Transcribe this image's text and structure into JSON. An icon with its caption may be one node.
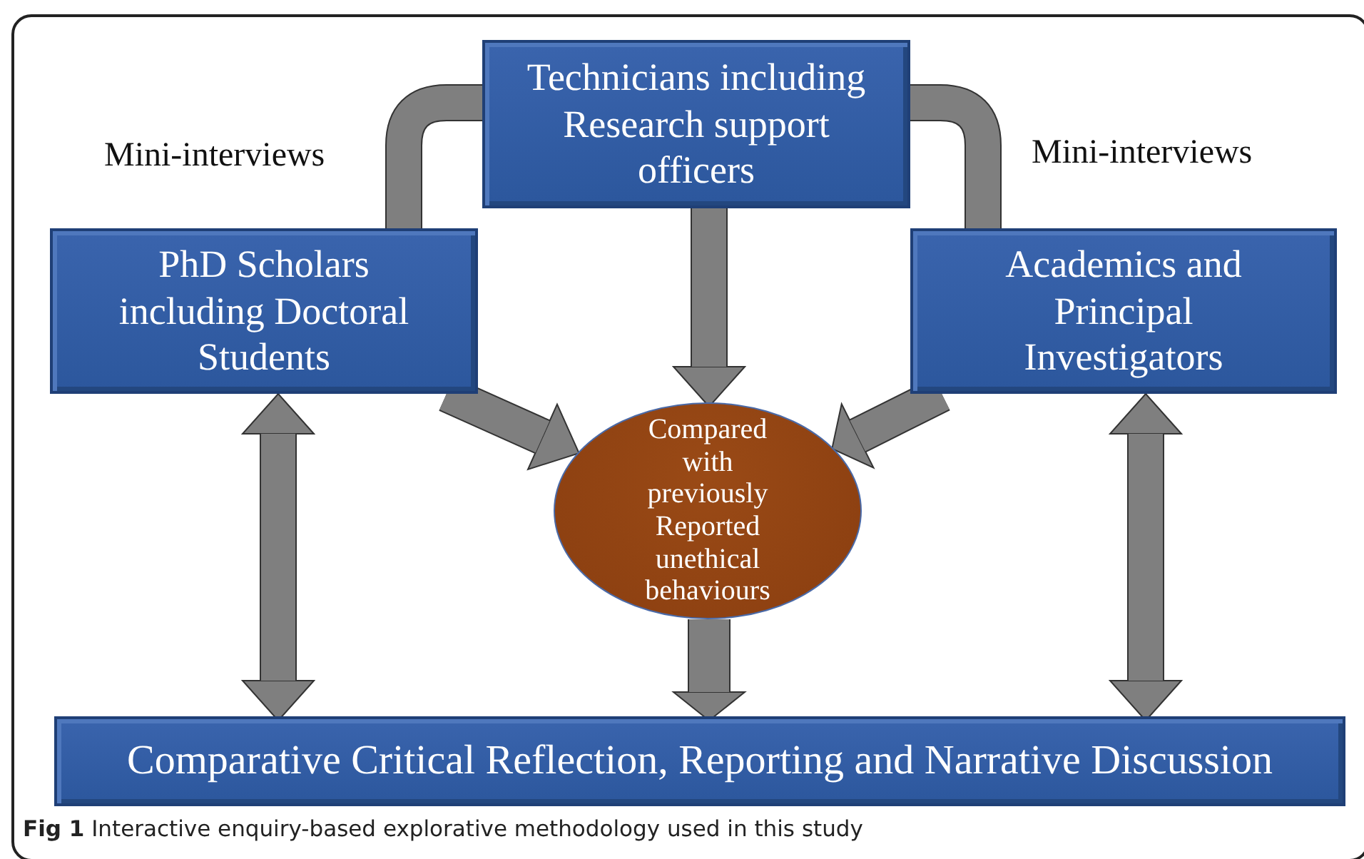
{
  "diagram": {
    "caption": "**Fig 1** Interactive enquiry-based explorative methodology used in this study",
    "nodes": [
      {
        "text": [
          "Technicians including Research support officers"
        ]
      },
      {
        "text": [
          "PhD Scholars including Doctoral Students"
        ]
      },
      {
        "text": [
          "Academics and Principal Investigators"
        ]
      },
      {
        "text": [
          "Compared with previously Reported unethical behaviours"
        ]
      },
      {
        "text": [
          "Comparative Critical Reflection, Reporting and Narrative Discussion"
        ]
      }
    ],
    "edges": [
      {
        "from": 1,
        "to": 0,
        "arrow": "none",
        "label": "Mini-interviews",
        "style": "thick"
      },
      {
        "from": 0,
        "to": 2,
        "arrow": "none",
        "label": "Mini-interviews",
        "style": "thick"
      },
      {
        "from": 0,
        "to": 3,
        "arrow": "to"
      },
      {
        "from": 1,
        "to": 3,
        "arrow": "to"
      },
      {
        "from": 2,
        "to": 3,
        "arrow": "to"
      },
      {
        "from": 3,
        "to": 4,
        "arrow": "to"
      },
      {
        "from": 1,
        "to": 4,
        "arrow": "both"
      },
      {
        "from": 2,
        "to": 4,
        "arrow": "both"
      }
    ]
  }
}
